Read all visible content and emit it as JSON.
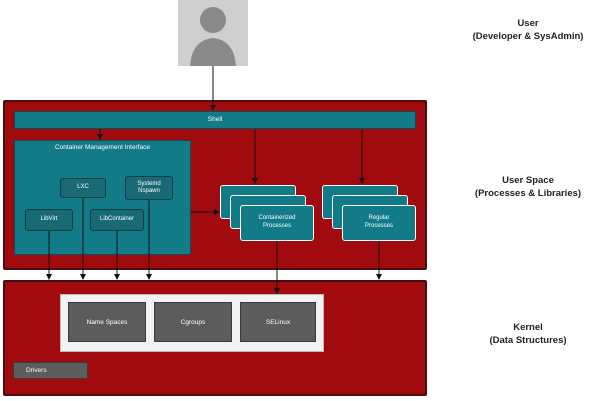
{
  "user": {
    "title": "User",
    "subtitle": "(Developer & SysAdmin)",
    "avatar_icon": "person-icon"
  },
  "user_space": {
    "title": "User Space",
    "subtitle": "(Processes & Libraries)",
    "shell": "Shell",
    "cmi": {
      "title": "Container Management Interface",
      "lxc": "LXC",
      "systemd_line1": "Systemd",
      "systemd_line2": "Nspawn",
      "libvirt": "LibVirt",
      "libcontainer": "LibContainer"
    },
    "containerized": {
      "line1": "Containerized",
      "line2": "Processes"
    },
    "regular": {
      "line1": "Regular",
      "line2": "Processes"
    }
  },
  "kernel": {
    "title": "Kernel",
    "subtitle": "(Data Structures)",
    "namespaces": "Name Spaces",
    "cgroups": "Cgroups",
    "selinux": "SELinux",
    "drivers": "Drivers"
  },
  "colors": {
    "layer_red": "#a10b10",
    "teal": "#137a88",
    "kernel_box": "#5c5c5c"
  }
}
